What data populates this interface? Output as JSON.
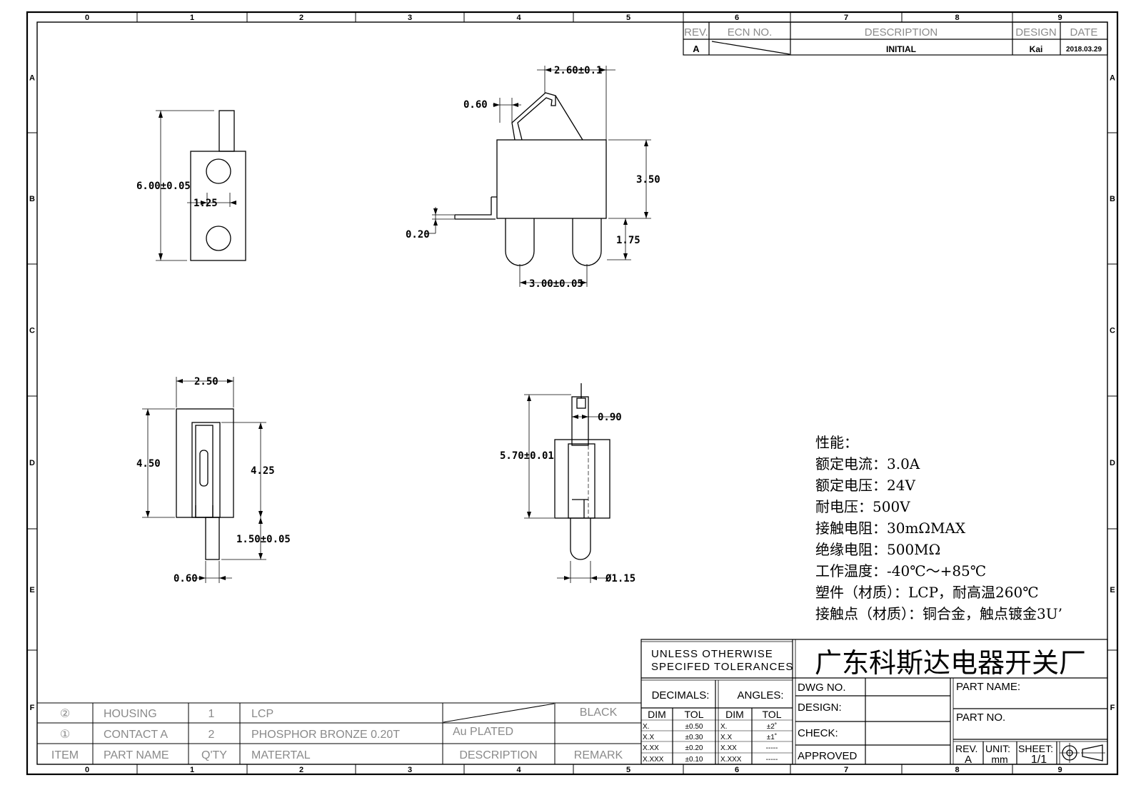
{
  "zones": {
    "columns": [
      "0",
      "1",
      "2",
      "3",
      "4",
      "5",
      "6",
      "7",
      "8",
      "9"
    ],
    "rows": [
      "A",
      "B",
      "C",
      "D",
      "E",
      "F"
    ]
  },
  "revision_block": {
    "headers": {
      "rev": "REV.",
      "ecn": "ECN NO.",
      "description": "DESCRIPTION",
      "design": "DESIGN",
      "date": "DATE"
    },
    "row": {
      "rev": "A",
      "description": "INITIAL",
      "design": "Kai",
      "date": "2018.03.29"
    }
  },
  "dimensions": {
    "top_left": {
      "height": "6.00±0.05",
      "pitch": "1.25"
    },
    "top_center": {
      "width": "2.60±0.1",
      "tab": "0.60",
      "body_height": "3.50",
      "lead_thk": "0.20",
      "pin_len": "1.75",
      "pin_pitch": "3.00±0.05"
    },
    "bottom_left": {
      "width": "2.50",
      "height": "4.50",
      "inner": "4.25",
      "tail": "1.50±0.05",
      "tail_w": "0.60"
    },
    "bottom_center": {
      "height": "5.70±0.01",
      "tip": "0.90",
      "dia": "Ø1.15"
    }
  },
  "specs": {
    "title": "性能：",
    "lines": [
      "额定电流：3.0A",
      "额定电压：24V",
      "耐电压：500V",
      "接触电阻：30mΩMAX",
      "绝缘电阻：500MΩ",
      "工作温度：-40℃～+85℃",
      "塑件（材质）：LCP，耐高温260℃",
      "接触点（材质）：铜合金，触点镀金3U’"
    ]
  },
  "bom": {
    "rows": [
      {
        "item": "②",
        "part_name": "HOUSING",
        "qty": "1",
        "material": "LCP",
        "description": "",
        "remark": "BLACK"
      },
      {
        "item": "①",
        "part_name": "CONTACT A",
        "qty": "2",
        "material": "PHOSPHOR BRONZE 0.20T",
        "description": "Au PLATED",
        "remark": ""
      }
    ],
    "headers": {
      "item": "ITEM",
      "part_name": "PART NAME",
      "qty": "Q'TY",
      "material": "MATERTAL",
      "description": "DESCRIPTION",
      "remark": "REMARK"
    }
  },
  "title_block": {
    "tolerance_note_1": "UNLESS OTHERWISE",
    "tolerance_note_2": "SPECIFED TOLERANCES",
    "company": "广东科斯达电器开关厂",
    "decimals": "DECIMALS:",
    "angles": "ANGLES:",
    "dim": "DIM",
    "tol": "TOL",
    "decimal_rows": [
      {
        "dim": "X.",
        "tol": "±0.50"
      },
      {
        "dim": "X.X",
        "tol": "±0.30"
      },
      {
        "dim": "X.XX",
        "tol": "±0.20"
      },
      {
        "dim": "X.XXX",
        "tol": "±0.10"
      }
    ],
    "angle_rows": [
      {
        "dim": "X.",
        "tol": "±2˚"
      },
      {
        "dim": "X.X",
        "tol": "±1˚"
      },
      {
        "dim": "X.XX",
        "tol": "-----"
      },
      {
        "dim": "X.XXX",
        "tol": "-----"
      }
    ],
    "dwg_no": "DWG NO.",
    "design": "DESIGN:",
    "check": "CHECK:",
    "approved": "APPROVED",
    "part_name": "PART NAME:",
    "part_no": "PART NO.",
    "rev_label": "REV.",
    "rev_value": "A",
    "unit_label": "UNIT:",
    "unit_value": "mm",
    "sheet_label": "SHEET:",
    "sheet_value": "1/1"
  }
}
